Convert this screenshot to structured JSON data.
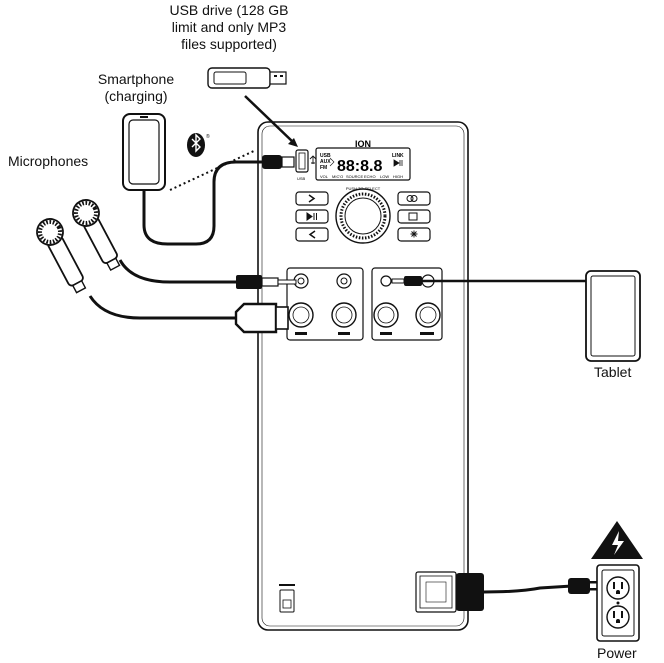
{
  "labels": {
    "usb_line1": "USB drive (128 GB",
    "usb_line2": "limit and only MP3",
    "usb_line3": "files supported)",
    "smartphone_line1": "Smartphone",
    "smartphone_line2": "(charging)",
    "microphones": "Microphones",
    "tablet": "Tablet",
    "power": "Power"
  },
  "panel": {
    "brand": "ION",
    "display_digits": "88:8.8",
    "indicators_left": [
      "USB",
      "AUX",
      "FM"
    ],
    "indicators_right": [
      "LINK"
    ],
    "display_bottom": [
      "VOL",
      "MIC'O",
      "SOURCE",
      "ECHO",
      "LOW",
      "HIGH"
    ],
    "usb_port_label": "USB",
    "push_label": "PUSH TO SELECT"
  },
  "colors": {
    "stroke": "#111111",
    "panel_fill": "#ffffff",
    "warning_fill": "#111111"
  },
  "icons": [
    "bluetooth-icon",
    "high-voltage-icon",
    "outlet-icon"
  ]
}
